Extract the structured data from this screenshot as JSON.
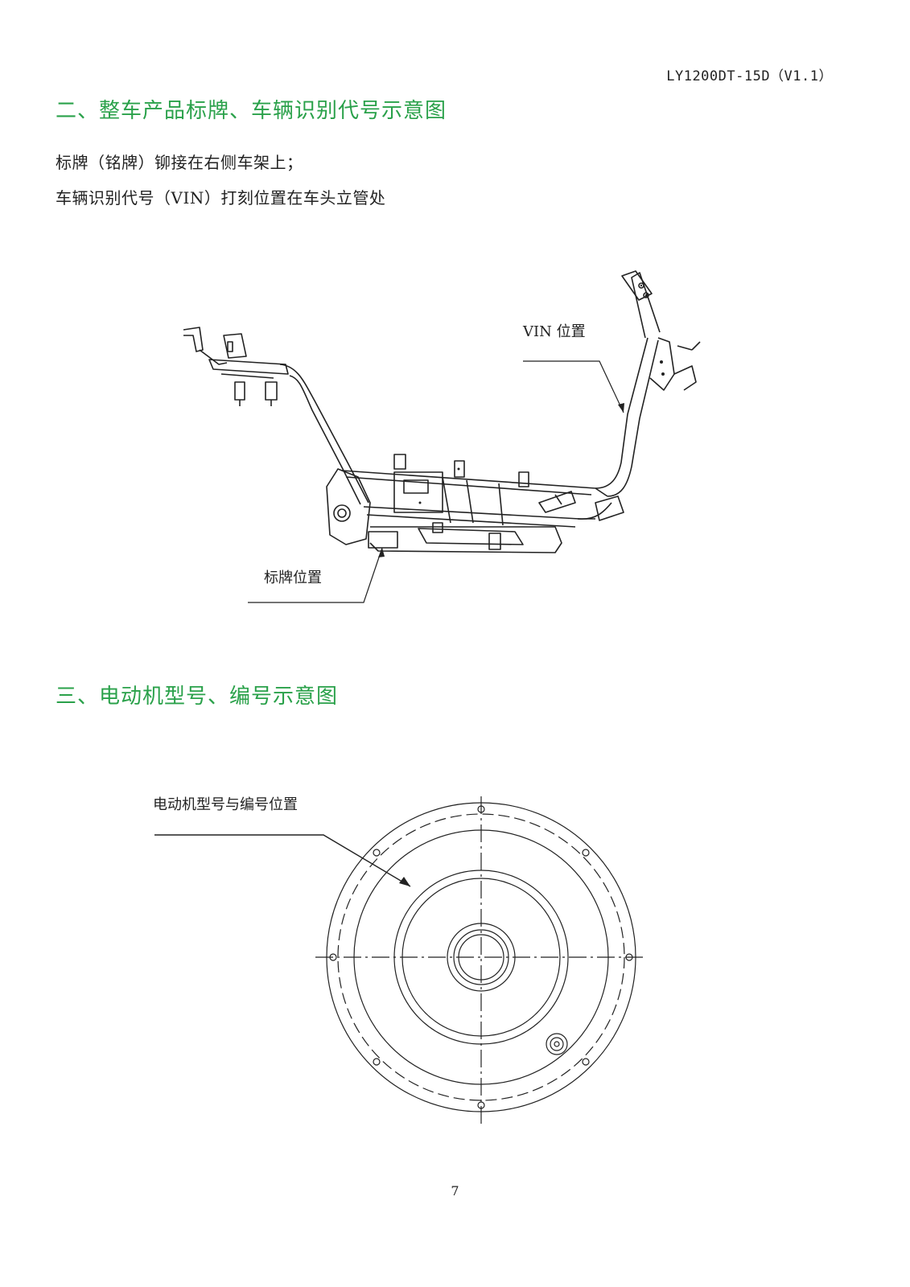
{
  "header": {
    "doc_code": "LY1200DT-15D（V1.1）"
  },
  "section2": {
    "title": "二、整车产品标牌、车辆识别代号示意图",
    "lines": [
      "标牌（铭牌）铆接在右侧车架上；",
      "车辆识别代号（VIN）打刻位置在车头立管处"
    ],
    "callout_vin": "VIN 位置",
    "callout_plate": "标牌位置"
  },
  "section3": {
    "title": "三、电动机型号、编号示意图",
    "callout_motor": "电动机型号与编号位置"
  },
  "footer": {
    "page_number": "7"
  },
  "colors": {
    "heading": "#2aa14a",
    "text": "#222222"
  }
}
